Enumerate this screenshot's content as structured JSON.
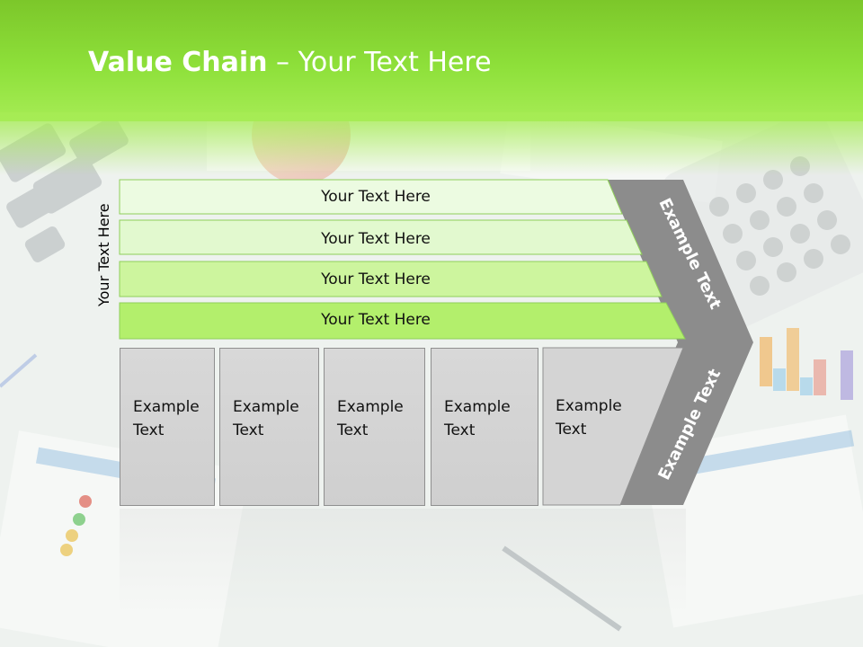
{
  "slide": {
    "title_bold": "Value Chain",
    "title_rest": " – Your Text Here",
    "side_label": "Your Text Here"
  },
  "bars": [
    {
      "label": "Your Text Here",
      "color": "#ecfbe1"
    },
    {
      "label": "Your Text Here",
      "color": "#e2f9cf"
    },
    {
      "label": "Your Text Here",
      "color": "#cdf59e"
    },
    {
      "label": "Your Text Here",
      "color": "#b3ef6c"
    }
  ],
  "boxes": [
    {
      "label": "Example\nText"
    },
    {
      "label": "Example\nText"
    },
    {
      "label": "Example\nText"
    },
    {
      "label": "Example\nText"
    },
    {
      "label": "Example\nText"
    }
  ],
  "chevron": {
    "top_label": "Example Text",
    "bottom_label": "Example Text",
    "color": "#8c8c8c"
  }
}
